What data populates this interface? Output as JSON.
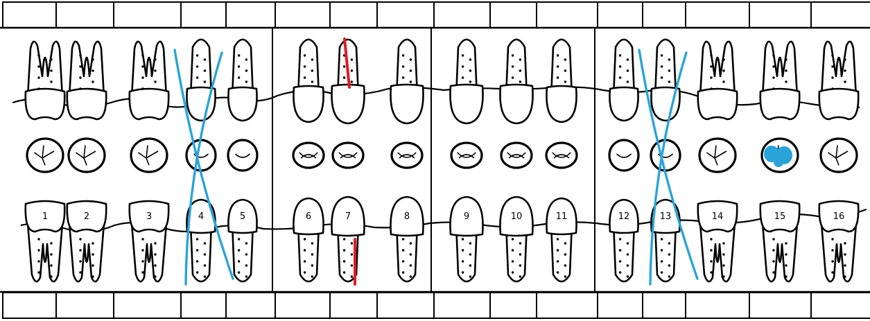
{
  "teeth": [
    {
      "number": "1",
      "type": "molar"
    },
    {
      "number": "2",
      "type": "molar"
    },
    {
      "number": "3",
      "type": "molar"
    },
    {
      "number": "4",
      "type": "premolar"
    },
    {
      "number": "5",
      "type": "premolar"
    },
    {
      "number": "6",
      "type": "canine"
    },
    {
      "number": "7",
      "type": "incisor"
    },
    {
      "number": "8",
      "type": "incisor"
    },
    {
      "number": "9",
      "type": "incisor"
    },
    {
      "number": "10",
      "type": "incisor"
    },
    {
      "number": "11",
      "type": "canine"
    },
    {
      "number": "12",
      "type": "premolar"
    },
    {
      "number": "13",
      "type": "premolar"
    },
    {
      "number": "14",
      "type": "molar"
    },
    {
      "number": "15",
      "type": "molar"
    },
    {
      "number": "16",
      "type": "molar"
    }
  ],
  "markings": [
    {
      "tooth": "4",
      "kind": "missing-cross",
      "color": "#2ba3d9"
    },
    {
      "tooth": "13",
      "kind": "missing-cross",
      "color": "#2ba3d9"
    },
    {
      "tooth": "15",
      "kind": "occlusal-filling",
      "color": "#2ba3d9"
    },
    {
      "tooth": "7",
      "kind": "root-canal",
      "color": "#e01b24"
    }
  ],
  "colors": {
    "outline": "#000000",
    "blue_marker": "#2ba3d9",
    "red_marker": "#e01b24"
  }
}
